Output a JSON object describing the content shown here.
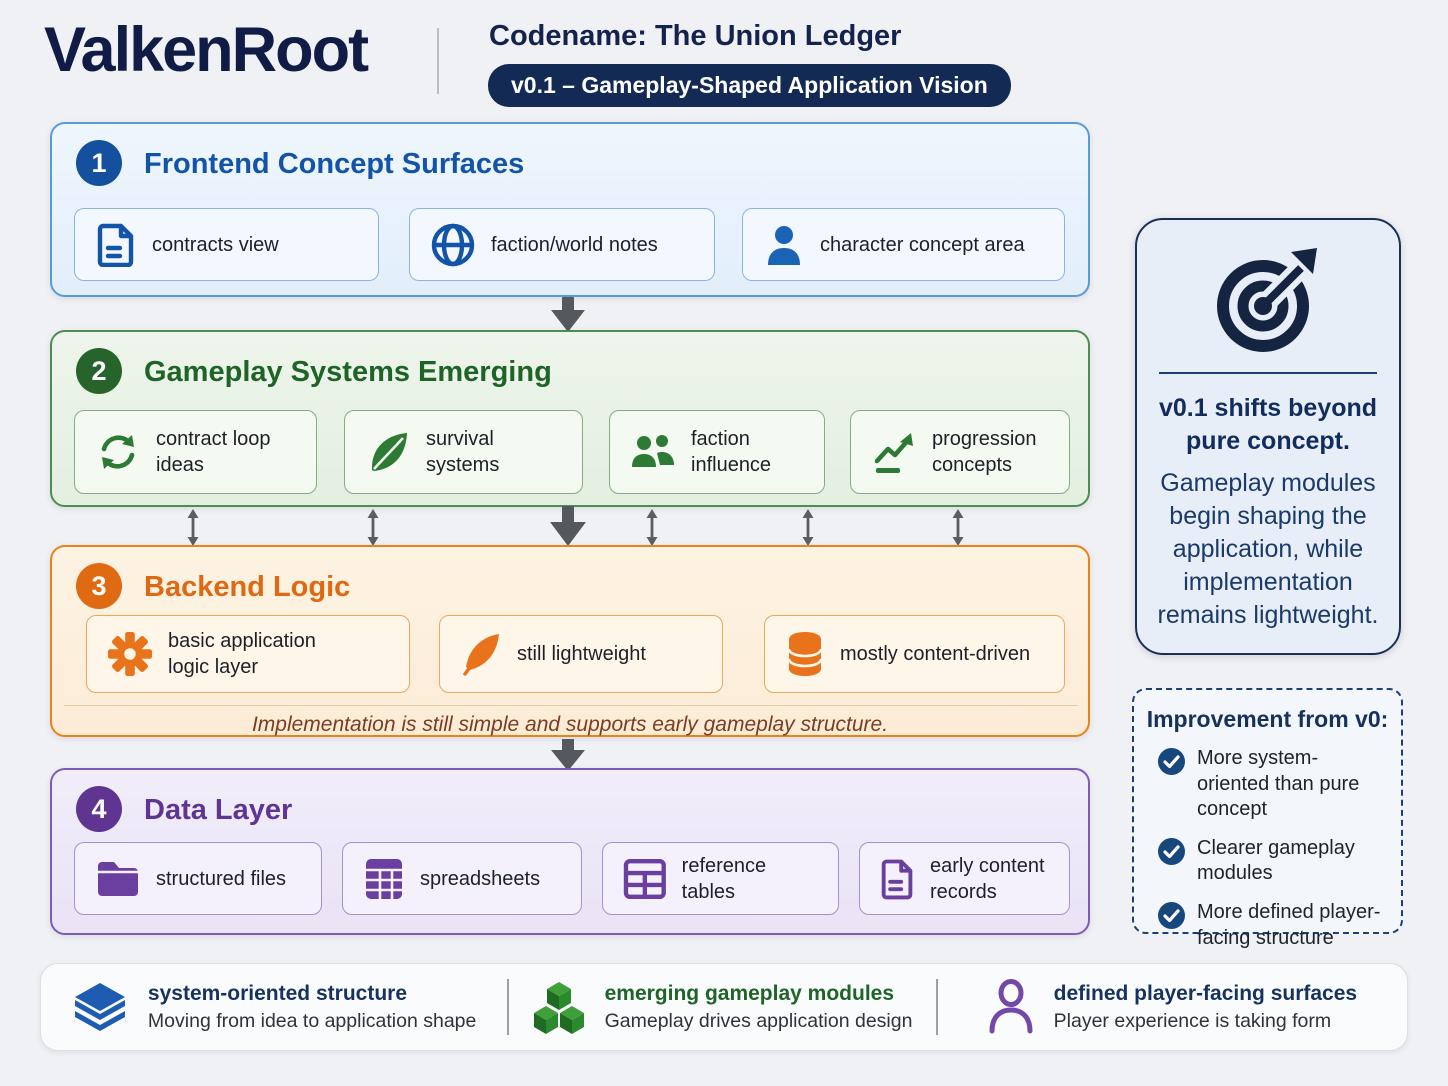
{
  "header": {
    "logo": "ValkenRoot",
    "codename": "Codename: The Union Ledger",
    "version_pill": "v0.1 – Gameplay-Shaped Application Vision"
  },
  "sections": [
    {
      "number": "1",
      "title": "Frontend Concept Surfaces",
      "cards": [
        {
          "icon": "document-icon",
          "label": "contracts view"
        },
        {
          "icon": "globe-icon",
          "label": "faction/world notes"
        },
        {
          "icon": "person-icon",
          "label": "character concept area"
        }
      ]
    },
    {
      "number": "2",
      "title": "Gameplay Systems Emerging",
      "cards": [
        {
          "icon": "refresh-icon",
          "label": "contract loop ideas"
        },
        {
          "icon": "leaf-icon",
          "label": "survival systems"
        },
        {
          "icon": "users-icon",
          "label": "faction influence"
        },
        {
          "icon": "trend-up-icon",
          "label": "progression concepts"
        }
      ]
    },
    {
      "number": "3",
      "title": "Backend Logic",
      "cards": [
        {
          "icon": "gear-icon",
          "label": "basic application logic layer"
        },
        {
          "icon": "feather-icon",
          "label": "still lightweight"
        },
        {
          "icon": "database-icon",
          "label": "mostly content-driven"
        }
      ],
      "note": "Implementation is still simple and supports early gameplay structure."
    },
    {
      "number": "4",
      "title": "Data Layer",
      "cards": [
        {
          "icon": "folder-icon",
          "label": "structured files"
        },
        {
          "icon": "spreadsheet-icon",
          "label": "spreadsheets"
        },
        {
          "icon": "table-icon",
          "label": "reference tables"
        },
        {
          "icon": "file-lines-icon",
          "label": "early content records"
        }
      ]
    }
  ],
  "highlight_panel": {
    "icon": "target-icon",
    "title": "v0.1 shifts beyond pure concept.",
    "body": "Gameplay modules begin shaping the application, while implementation remains lightweight."
  },
  "improvement_panel": {
    "title": "Improvement from v0:",
    "items": [
      "More system-oriented than pure concept",
      "Clearer gameplay modules",
      "More defined player-facing structure"
    ]
  },
  "footer": [
    {
      "icon": "layers-icon",
      "title": "system-oriented structure",
      "subtitle": "Moving from idea to application shape"
    },
    {
      "icon": "cubes-icon",
      "title": "emerging gameplay modules",
      "subtitle": "Gameplay drives application design"
    },
    {
      "icon": "person-outline-icon",
      "title": "defined player-facing surfaces",
      "subtitle": "Player experience is taking form"
    }
  ],
  "colors": {
    "navy": "#132a54",
    "blue": "#1353a8",
    "green": "#1e6426",
    "orange": "#e06a12",
    "purple": "#5f3594",
    "arrow": "#55585e"
  }
}
